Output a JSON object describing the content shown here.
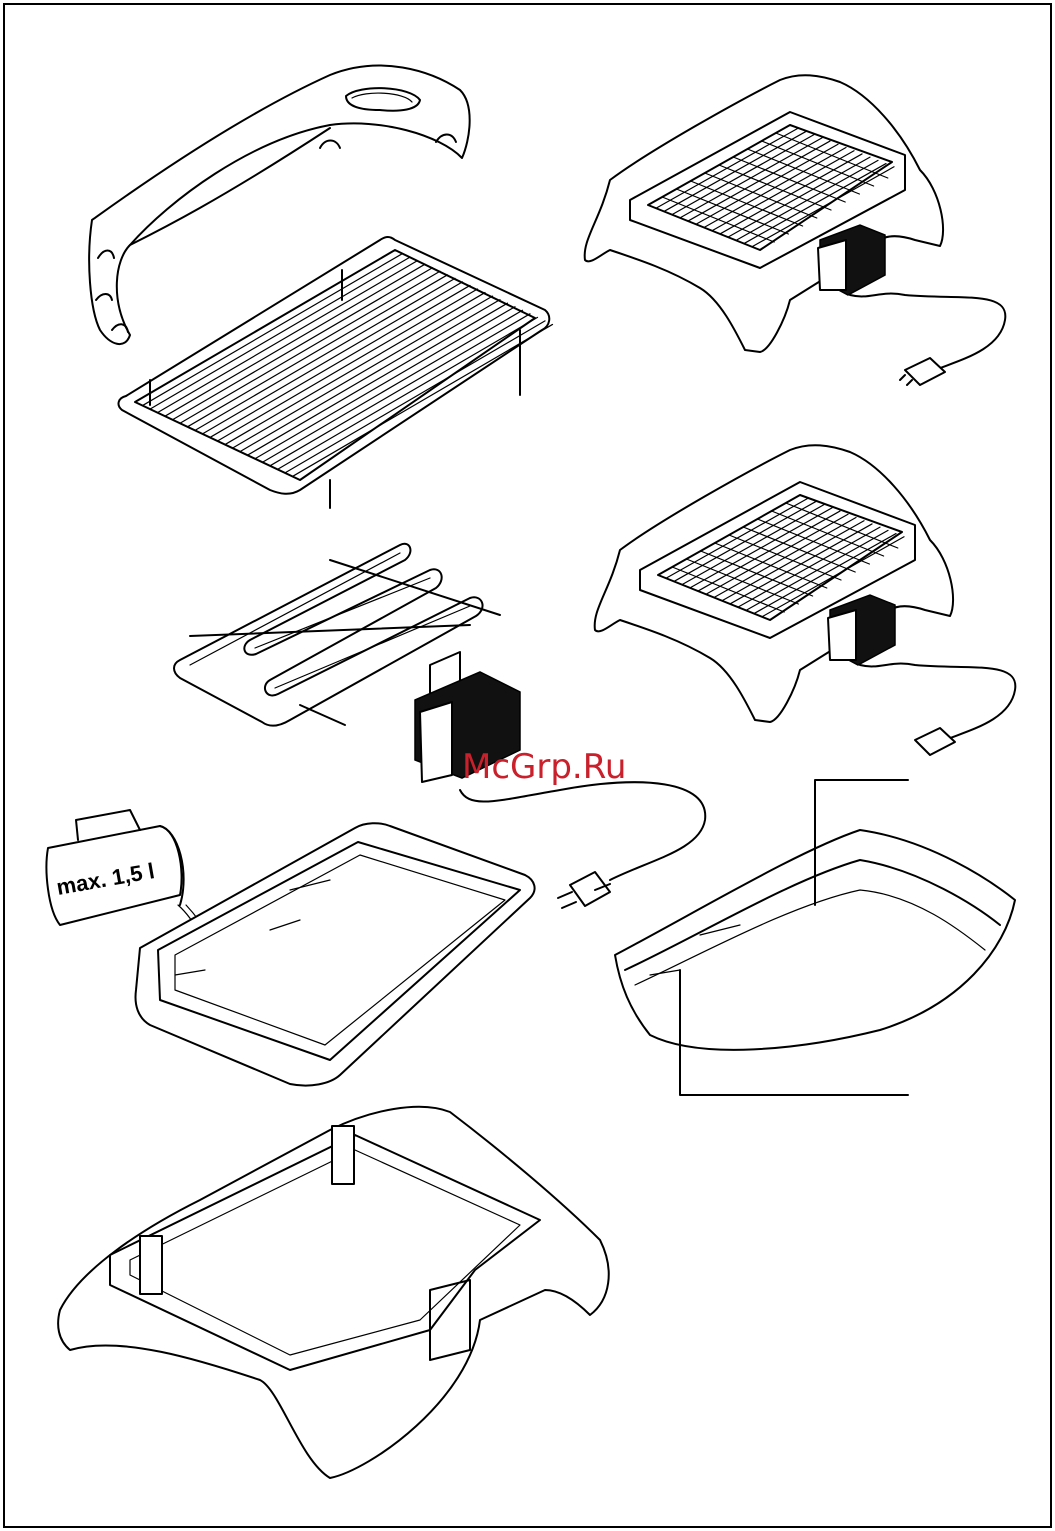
{
  "jug": {
    "label": "max. 1,5 l"
  },
  "watermark": {
    "text": "McGrp.Ru",
    "color": "#c9202b"
  },
  "colors": {
    "line": "#000000",
    "background": "#ffffff"
  },
  "parts": [
    {
      "name": "windshield",
      "icon": "windshield-icon"
    },
    {
      "name": "grill-rack",
      "icon": "grill-rack-icon"
    },
    {
      "name": "assembled-grill-top",
      "icon": "grill-assembled-icon"
    },
    {
      "name": "assembled-grill-middle",
      "icon": "grill-assembled-icon"
    },
    {
      "name": "heating-element",
      "icon": "heating-element-icon"
    },
    {
      "name": "power-plug",
      "icon": "plug-icon"
    },
    {
      "name": "water-tray",
      "icon": "tray-icon"
    },
    {
      "name": "tray-detail",
      "icon": "tray-detail-icon"
    },
    {
      "name": "base-frame",
      "icon": "base-frame-icon"
    }
  ]
}
